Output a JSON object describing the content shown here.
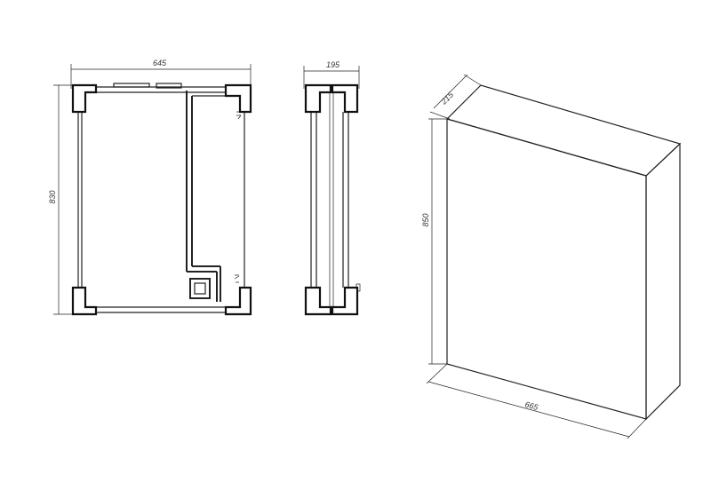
{
  "colors": {
    "line": "#222222",
    "background": "#ffffff"
  },
  "front_view": {
    "width_label": "645",
    "height_label": "830"
  },
  "side_view": {
    "depth_label": "195"
  },
  "iso_view": {
    "depth_label": "215",
    "height_label": "850",
    "width_label": "665"
  }
}
